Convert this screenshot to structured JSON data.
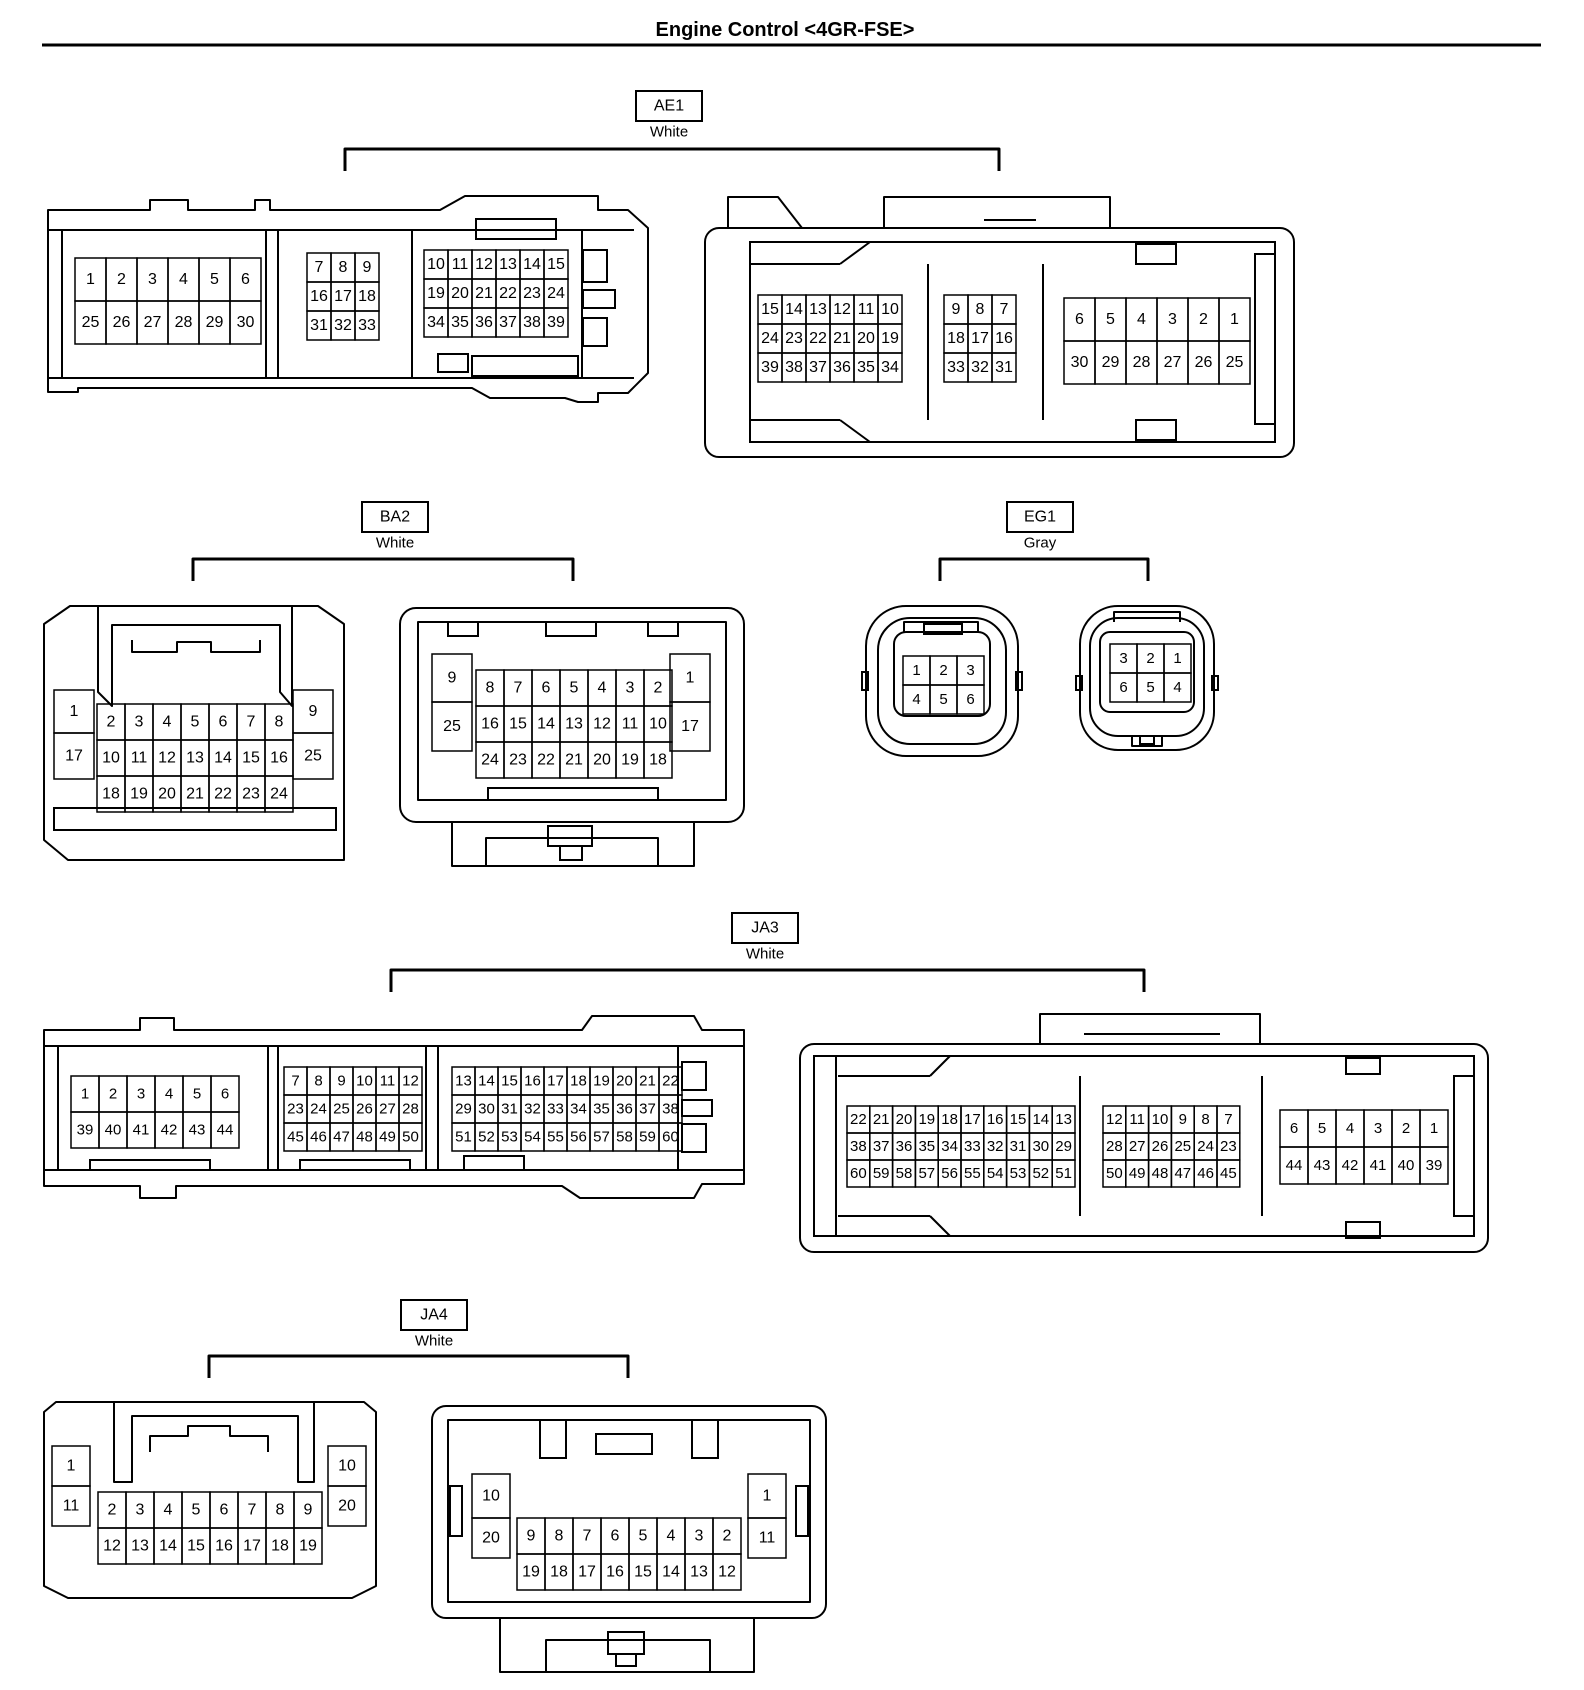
{
  "title": "Engine Control <4GR-FSE>",
  "connectors": [
    {
      "id": "AE1",
      "color": "White",
      "views": [
        {
          "blocks": [
            [
              [
                "1",
                "2",
                "3",
                "4",
                "5",
                "6"
              ],
              [
                "25",
                "26",
                "27",
                "28",
                "29",
                "30"
              ]
            ],
            [
              [
                "7",
                "8",
                "9"
              ],
              [
                "16",
                "17",
                "18"
              ],
              [
                "31",
                "32",
                "33"
              ]
            ],
            [
              [
                "10",
                "11",
                "12",
                "13",
                "14",
                "15"
              ],
              [
                "19",
                "20",
                "21",
                "22",
                "23",
                "24"
              ],
              [
                "34",
                "35",
                "36",
                "37",
                "38",
                "39"
              ]
            ]
          ]
        },
        {
          "blocks": [
            [
              [
                "15",
                "14",
                "13",
                "12",
                "11",
                "10"
              ],
              [
                "24",
                "23",
                "22",
                "21",
                "20",
                "19"
              ],
              [
                "39",
                "38",
                "37",
                "36",
                "35",
                "34"
              ]
            ],
            [
              [
                "9",
                "8",
                "7"
              ],
              [
                "18",
                "17",
                "16"
              ],
              [
                "33",
                "32",
                "31"
              ]
            ],
            [
              [
                "6",
                "5",
                "4",
                "3",
                "2",
                "1"
              ],
              [
                "30",
                "29",
                "28",
                "27",
                "26",
                "25"
              ]
            ]
          ]
        }
      ]
    },
    {
      "id": "BA2",
      "color": "White",
      "views": [
        {
          "left": [
            "1",
            "17"
          ],
          "center": [
            [
              "2",
              "3",
              "4",
              "5",
              "6",
              "7",
              "8"
            ],
            [
              "10",
              "11",
              "12",
              "13",
              "14",
              "15",
              "16"
            ],
            [
              "18",
              "19",
              "20",
              "21",
              "22",
              "23",
              "24"
            ]
          ],
          "right": [
            "9",
            "25"
          ]
        },
        {
          "left": [
            "9",
            "25"
          ],
          "center": [
            [
              "8",
              "7",
              "6",
              "5",
              "4",
              "3",
              "2"
            ],
            [
              "16",
              "15",
              "14",
              "13",
              "12",
              "11",
              "10"
            ],
            [
              "24",
              "23",
              "22",
              "21",
              "20",
              "19",
              "18"
            ]
          ],
          "right": [
            "1",
            "17"
          ]
        }
      ]
    },
    {
      "id": "EG1",
      "color": "Gray",
      "views": [
        {
          "grid": [
            [
              "1",
              "2",
              "3"
            ],
            [
              "4",
              "5",
              "6"
            ]
          ]
        },
        {
          "grid": [
            [
              "3",
              "2",
              "1"
            ],
            [
              "6",
              "5",
              "4"
            ]
          ]
        }
      ]
    },
    {
      "id": "JA3",
      "color": "White",
      "views": [
        {
          "blocks": [
            [
              [
                "1",
                "2",
                "3",
                "4",
                "5",
                "6"
              ],
              [
                "39",
                "40",
                "41",
                "42",
                "43",
                "44"
              ]
            ],
            [
              [
                "7",
                "8",
                "9",
                "10",
                "11",
                "12"
              ],
              [
                "23",
                "24",
                "25",
                "26",
                "27",
                "28"
              ],
              [
                "45",
                "46",
                "47",
                "48",
                "49",
                "50"
              ]
            ],
            [
              [
                "13",
                "14",
                "15",
                "16",
                "17",
                "18",
                "19",
                "20",
                "21",
                "22"
              ],
              [
                "29",
                "30",
                "31",
                "32",
                "33",
                "34",
                "35",
                "36",
                "37",
                "38"
              ],
              [
                "51",
                "52",
                "53",
                "54",
                "55",
                "56",
                "57",
                "58",
                "59",
                "60"
              ]
            ]
          ]
        },
        {
          "blocks": [
            [
              [
                "22",
                "21",
                "20",
                "19",
                "18",
                "17",
                "16",
                "15",
                "14",
                "13"
              ],
              [
                "38",
                "37",
                "36",
                "35",
                "34",
                "33",
                "32",
                "31",
                "30",
                "29"
              ],
              [
                "60",
                "59",
                "58",
                "57",
                "56",
                "55",
                "54",
                "53",
                "52",
                "51"
              ]
            ],
            [
              [
                "12",
                "11",
                "10",
                "9",
                "8",
                "7"
              ],
              [
                "28",
                "27",
                "26",
                "25",
                "24",
                "23"
              ],
              [
                "50",
                "49",
                "48",
                "47",
                "46",
                "45"
              ]
            ],
            [
              [
                "6",
                "5",
                "4",
                "3",
                "2",
                "1"
              ],
              [
                "44",
                "43",
                "42",
                "41",
                "40",
                "39"
              ]
            ]
          ]
        }
      ]
    },
    {
      "id": "JA4",
      "color": "White",
      "views": [
        {
          "left": [
            "1",
            "11"
          ],
          "center": [
            [
              "2",
              "3",
              "4",
              "5",
              "6",
              "7",
              "8",
              "9"
            ],
            [
              "12",
              "13",
              "14",
              "15",
              "16",
              "17",
              "18",
              "19"
            ]
          ],
          "right": [
            "10",
            "20"
          ]
        },
        {
          "left": [
            "10",
            "20"
          ],
          "center": [
            [
              "9",
              "8",
              "7",
              "6",
              "5",
              "4",
              "3",
              "2"
            ],
            [
              "19",
              "18",
              "17",
              "16",
              "15",
              "14",
              "13",
              "12"
            ]
          ],
          "right": [
            "1",
            "11"
          ]
        }
      ]
    }
  ]
}
